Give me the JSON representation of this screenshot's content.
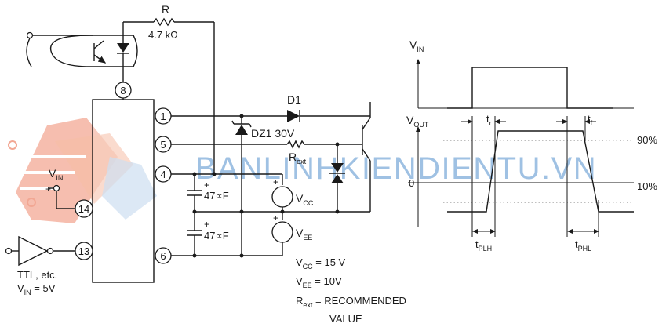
{
  "schematic": {
    "resistor_r": {
      "name": "R",
      "value": "4.7 kΩ"
    },
    "pins": [
      "8",
      "1",
      "5",
      "4",
      "14",
      "13",
      "6"
    ],
    "diode_d1": "D1",
    "zener": "DZ1 30V",
    "rext": {
      "main": "R",
      "sub": "ext"
    },
    "cap1": "47∝F",
    "cap2": "47∝F",
    "vcc_source": {
      "main": "V",
      "sub": "CC"
    },
    "vee_source": {
      "main": "V",
      "sub": "EE"
    },
    "vin_label": {
      "main": "V",
      "sub": "IN"
    },
    "ttl_line1": "TTL, etc.",
    "ttl_line2": {
      "main": "V",
      "sub": "IN",
      "tail": " = 5V"
    },
    "notes": [
      {
        "main": "V",
        "sub": "CC",
        "tail": " = 15 V"
      },
      {
        "main": "V",
        "sub": "EE",
        "tail": " = 10V"
      },
      {
        "main": "R",
        "sub": "ext",
        "tail": " = RECOMMENDED"
      }
    ],
    "note_value": "VALUE"
  },
  "timing": {
    "vin_axis": {
      "main": "V",
      "sub": "IN"
    },
    "vout_axis": {
      "main": "V",
      "sub": "OUT"
    },
    "tr": {
      "main": "t",
      "sub": "r"
    },
    "tf": {
      "main": "t",
      "sub": "f"
    },
    "level_90": "90%",
    "level_0": "0",
    "level_10": "10%",
    "tplh": {
      "main": "t",
      "sub": "PLH"
    },
    "tphl": {
      "main": "t",
      "sub": "PHL"
    }
  },
  "watermark": {
    "text": "BANLINHKIENDIENTU.VN",
    "color": "#8fb7df",
    "logo_color": "#e8603c"
  }
}
